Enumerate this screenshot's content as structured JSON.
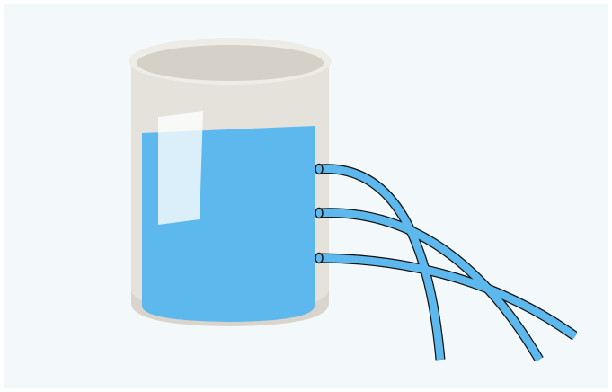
{
  "scene": {
    "subject": "beaker-with-three-side-holes",
    "colors": {
      "background": "#f3f9fa",
      "beaker_glass": "#e5e2db",
      "beaker_rim": "#eeece6",
      "beaker_inner": "#d5d1c8",
      "beaker_base": "#d9d5cc",
      "water": "#5db8ee",
      "water_highlight": "#dbeefa",
      "stream": "#5db8ee",
      "stream_outline": "#111111"
    },
    "holes": [
      {
        "id": "top",
        "label": ""
      },
      {
        "id": "middle",
        "label": ""
      },
      {
        "id": "bottom",
        "label": ""
      }
    ]
  }
}
